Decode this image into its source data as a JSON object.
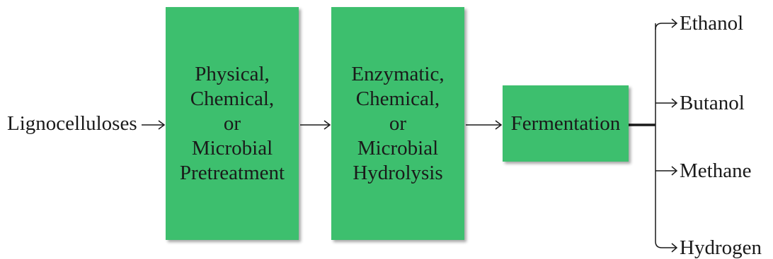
{
  "diagram": {
    "input": "Lignocelluloses",
    "stages": [
      {
        "id": "pretreatment",
        "lines": [
          "Physical,",
          "Chemical,",
          "or",
          "Microbial",
          "Pretreatment"
        ]
      },
      {
        "id": "hydrolysis",
        "lines": [
          "Enzymatic,",
          "Chemical,",
          "or",
          "Microbial",
          "Hydrolysis"
        ]
      },
      {
        "id": "fermentation",
        "lines": [
          "Fermentation"
        ]
      }
    ],
    "outputs": [
      "Ethanol",
      "Butanol",
      "Methane",
      "Hydrogen"
    ],
    "colors": {
      "box_fill": "#3dbf6e",
      "line": "#1a1a1a",
      "text": "#1a1a1a"
    }
  }
}
